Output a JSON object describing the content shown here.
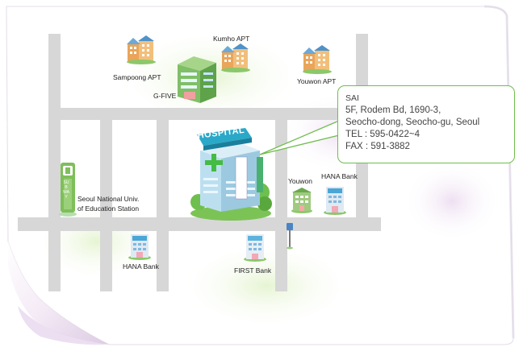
{
  "map": {
    "labels": {
      "sampoong": "Sampoong APT",
      "kumho": "Kumho APT",
      "gfive": "G-FIVE",
      "youwon_apt": "Youwon APT",
      "hospital": "HOSPITAL",
      "station_line1": "Seoul National Univ.",
      "station_line2": "of Education Station",
      "subway_sign": "SUBWAY",
      "youwon": "Youwon",
      "hana_bank_east": "HANA Bank",
      "hana_bank_south": "HANA Bank",
      "first_bank": "FIRST Bank"
    },
    "colors": {
      "road": "#d7d7d7",
      "callout_border": "#6fbd4d",
      "hospital_sign": "#2aa8c8",
      "cross": "#44bb44"
    }
  },
  "info": {
    "name": "SAI",
    "address1": "5F, Rodem Bd, 1690-3,",
    "address2": "Seocho-dong, Seocho-gu, Seoul",
    "tel": "TEL : 595-0422~4",
    "fax": "FAX : 591-3882"
  }
}
